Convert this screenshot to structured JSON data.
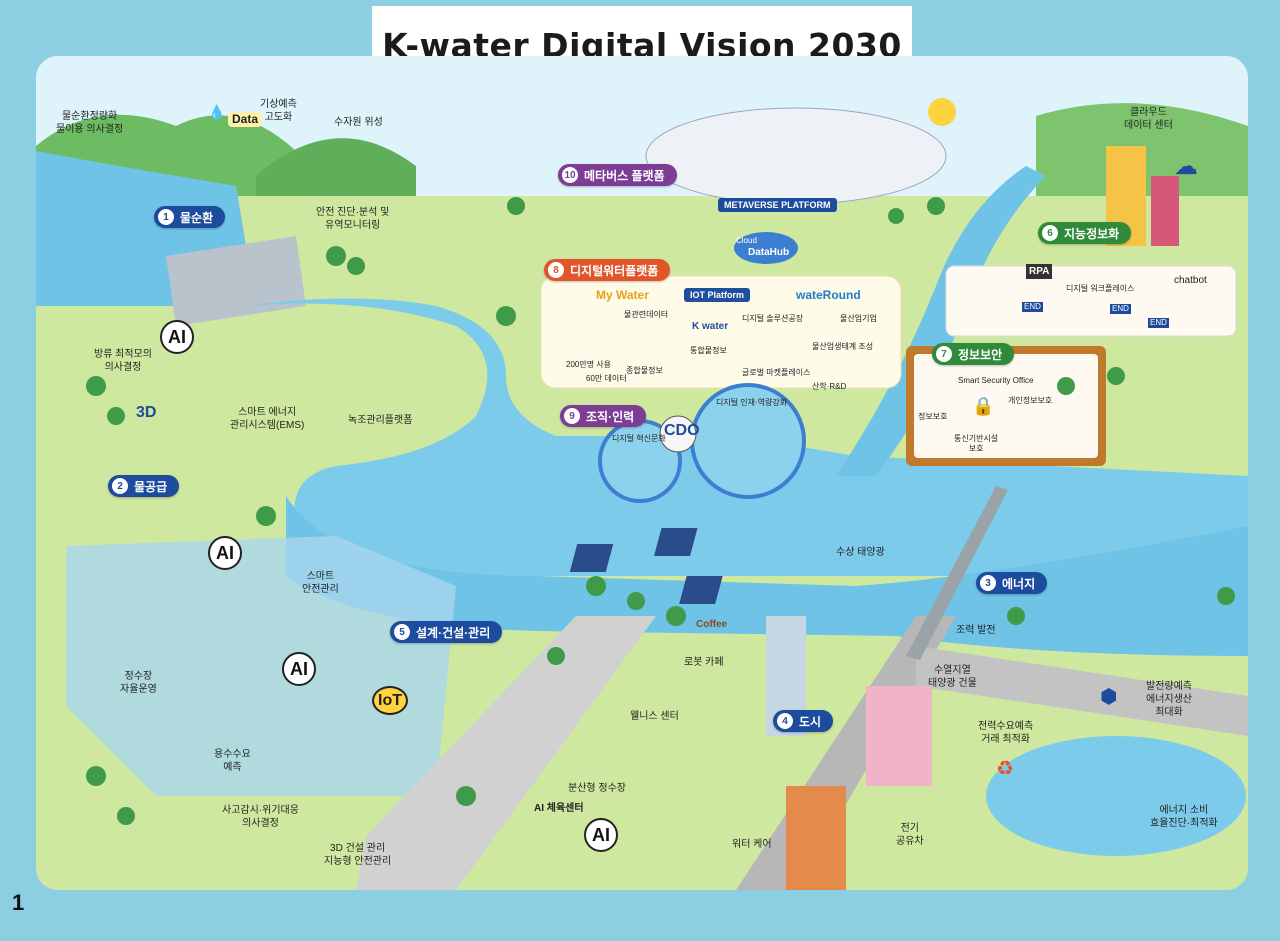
{
  "header": {
    "title": "K-water Digital Vision 2030"
  },
  "page_number": "1",
  "badges": {
    "b1": {
      "num": "1",
      "label": "물순환"
    },
    "b2": {
      "num": "2",
      "label": "물공급"
    },
    "b3": {
      "num": "3",
      "label": "에너지"
    },
    "b4": {
      "num": "4",
      "label": "도시"
    },
    "b5": {
      "num": "5",
      "label": "설계·건설·관리"
    },
    "b6": {
      "num": "6",
      "label": "지능정보화"
    },
    "b7": {
      "num": "7",
      "label": "정보보안"
    },
    "b8": {
      "num": "8",
      "label": "디지털워터플랫폼"
    },
    "b9": {
      "num": "9",
      "label": "조직·인력"
    },
    "b10": {
      "num": "10",
      "label": "메타버스 플랫폼"
    }
  },
  "labels": {
    "water_cycle": "물순환정량화\n물이용 의사결정",
    "forecast": "기상예측\n고도화",
    "satellite": "수자원 위성",
    "drone": "안전 진단·분석 및\n유역모니터링",
    "data": "Data",
    "downstream": "방류 최적모의\n의사결정",
    "ems": "스마트 에너지\n관리시스템(EMS)",
    "algae": "녹조관리플랫폼",
    "smart_safety": "스마트\n안전관리",
    "purification": "정수장\n자율운영",
    "demand": "용수수요\n예측",
    "accident": "사고감시·위기대응\n의사결정",
    "construction": "3D 건설 관리\n지능형 안전관리",
    "distributed": "분산형 정수장",
    "ai_sports": "AI 체육센터",
    "fitness": "웰니스 센터",
    "robot_cafe": "로봇 카페",
    "coffee": "Coffee",
    "water_care": "워터 케어",
    "solar_float": "수상 태양광",
    "tidal": "조력 발전",
    "thermal": "수열지열\n태양광 건물",
    "power_demand": "전력수요예측\n거래 최적화",
    "power_gen": "발전량예측\n에너지생산\n최대화",
    "energy_use": "에너지 소비\n효율진단·최적화",
    "ev_share": "전기\n공유차",
    "cloud_center": "클라우드\n데이터 센터",
    "rpa": "RPA",
    "digital_workplace": "디지털 워크플레이스",
    "chatbot": "chatbot",
    "end1": "END",
    "end2": "END",
    "end3": "END",
    "smart_security_office": "Smart Security Office",
    "info_protect": "정보보호",
    "personal_info": "개인정보보호",
    "industrial_sec": "통신기반시설\n보호",
    "metaverse_platform": "METAVERSE PLATFORM",
    "datahub_cloud": "Cloud",
    "datahub": "DataHub",
    "iot_platform": "IOT Platform",
    "my_water": "My Water",
    "water_round": "wateRound",
    "kwater": "K water",
    "integrated_info": "통합물정보",
    "cdo": "CDO",
    "three_d": "3D",
    "iot_sign": "IoT",
    "ai": "AI",
    "org_txt1": "디지털 인재·역량강화",
    "org_txt2": "디지털 혁신문화",
    "plat_t1": "물관련데이터",
    "plat_t2": "종합물정보",
    "plat_t3": "디지털 솔루션공장",
    "plat_t4": "물산업기업",
    "plat_t5": "물산업생태계 조성",
    "plat_t6": "글로벌 마켓플레이스",
    "plat_t7": "산학·R&D",
    "plat_t8": "200만명 사용",
    "plat_t9": "60만 데이터"
  },
  "colors": {
    "frame": "#8ccfe3",
    "water": "#6ec3e6",
    "grass": "#cfe8a0",
    "mountain": "#5fae5a",
    "badge_blue": "#1d4b9e",
    "badge_green": "#2f8a3a",
    "badge_purple": "#7d3d95",
    "badge_orange": "#e1552a"
  }
}
